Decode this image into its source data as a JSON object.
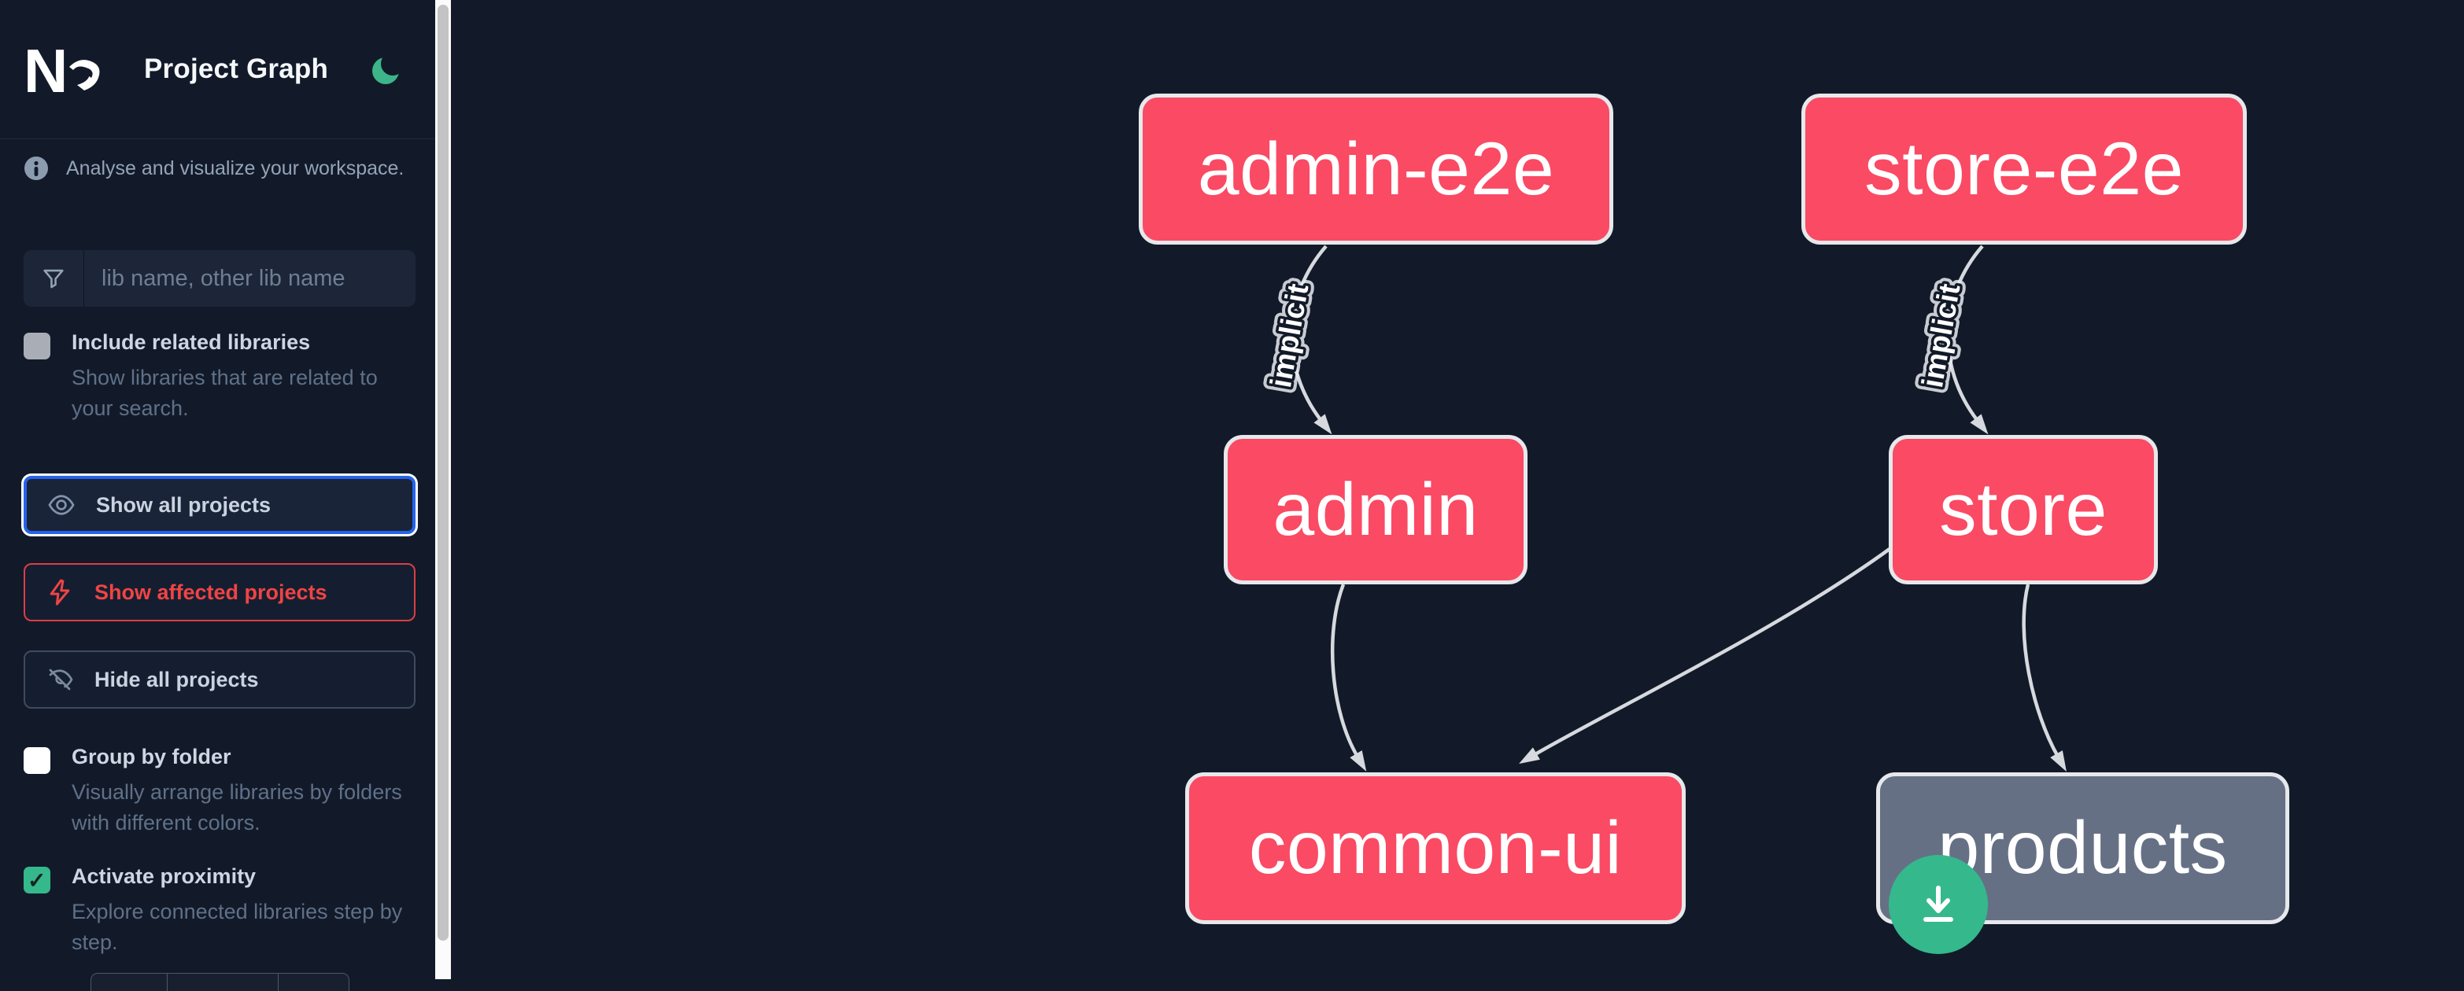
{
  "header": {
    "title": "Project Graph",
    "logo": "Nx"
  },
  "sidebar": {
    "tagline": "Analyse and visualize your workspace.",
    "search": {
      "placeholder": "lib name, other lib name",
      "value": ""
    },
    "include_related": {
      "label": "Include related libraries",
      "description": "Show libraries that are related to your search.",
      "checked": false
    },
    "buttons": {
      "show_all": "Show all projects",
      "show_affected": "Show affected projects",
      "hide_all": "Hide all projects"
    },
    "group_by_folder": {
      "label": "Group by folder",
      "description": "Visually arrange libraries by folders with different colors.",
      "checked": false
    },
    "activate_proximity": {
      "label": "Activate proximity",
      "description": "Explore connected libraries step by step.",
      "checked": true
    }
  },
  "graph": {
    "edge_label_implicit": "implicit",
    "nodes": [
      {
        "label": "admin-e2e",
        "color": "pink"
      },
      {
        "label": "store-e2e",
        "color": "pink"
      },
      {
        "label": "admin",
        "color": "pink"
      },
      {
        "label": "store",
        "color": "pink"
      },
      {
        "label": "common-ui",
        "color": "pink"
      },
      {
        "label": "products",
        "color": "gray"
      }
    ],
    "edges": [
      {
        "from": "admin-e2e",
        "to": "admin",
        "label": "implicit"
      },
      {
        "from": "store-e2e",
        "to": "store",
        "label": "implicit"
      },
      {
        "from": "admin",
        "to": "common-ui",
        "label": ""
      },
      {
        "from": "store",
        "to": "common-ui",
        "label": ""
      },
      {
        "from": "store",
        "to": "products",
        "label": ""
      }
    ]
  },
  "colors": {
    "background": "#121a29",
    "node_pink": "#fa4a64",
    "node_gray": "#667085",
    "node_border": "#e6e8ec",
    "edge": "#d6d9de",
    "accent_green": "#35b88c",
    "focus_blue": "#2563eb",
    "danger_red": "#ef4444"
  }
}
